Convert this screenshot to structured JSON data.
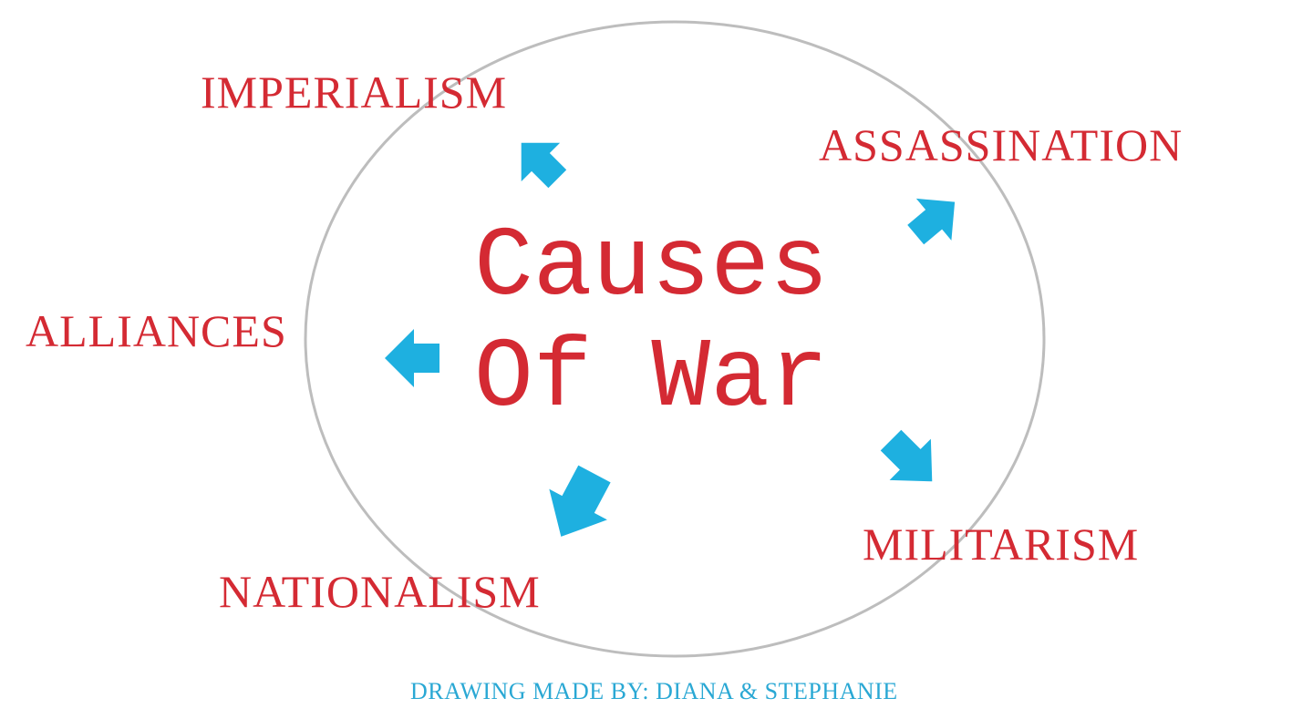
{
  "colors": {
    "label_red": "#d42a33",
    "arrow_blue": "#1eb0e0",
    "credit_blue": "#2aa8d4",
    "circle_gray": "#bdbdbd"
  },
  "title": {
    "line1": "Causes",
    "line2": "Of War"
  },
  "causes": {
    "imperialism": "IMPERIALISM",
    "assassination": "ASSASSINATION",
    "alliances": "ALLIANCES",
    "nationalism": "NATIONALISM",
    "militarism": "MILITARISM"
  },
  "credit": "DRAWING MADE BY: DIANA & STEPHANIE",
  "arrow_icon": "arrow-icon"
}
